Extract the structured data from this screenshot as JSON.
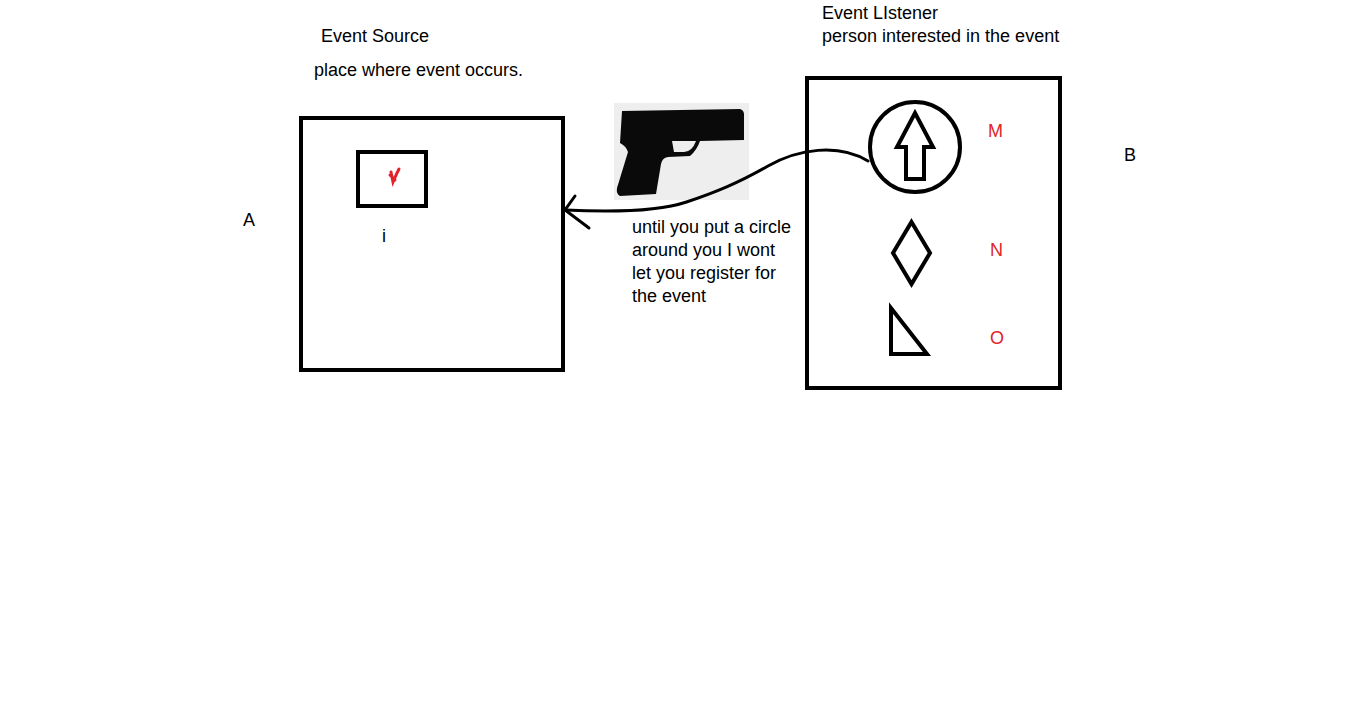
{
  "diagram": {
    "nodes": [
      {
        "text": [
          "Event Source",
          "place where event occurs."
        ]
      },
      {
        "text": [
          "i"
        ],
        "in": 0
      },
      {
        "text": [
          "Event LIstener",
          "person interested in the event"
        ]
      },
      {
        "text": [
          "M"
        ],
        "in": 2
      },
      {
        "text": [
          "N"
        ],
        "in": 2
      },
      {
        "text": [
          "O"
        ],
        "in": 2
      }
    ],
    "edges": [
      {
        "from": 3,
        "to": 0,
        "arrow": "to",
        "label": "until you put a circle around you I wont let you register for the event"
      }
    ],
    "labels": [
      "A",
      "B"
    ]
  }
}
